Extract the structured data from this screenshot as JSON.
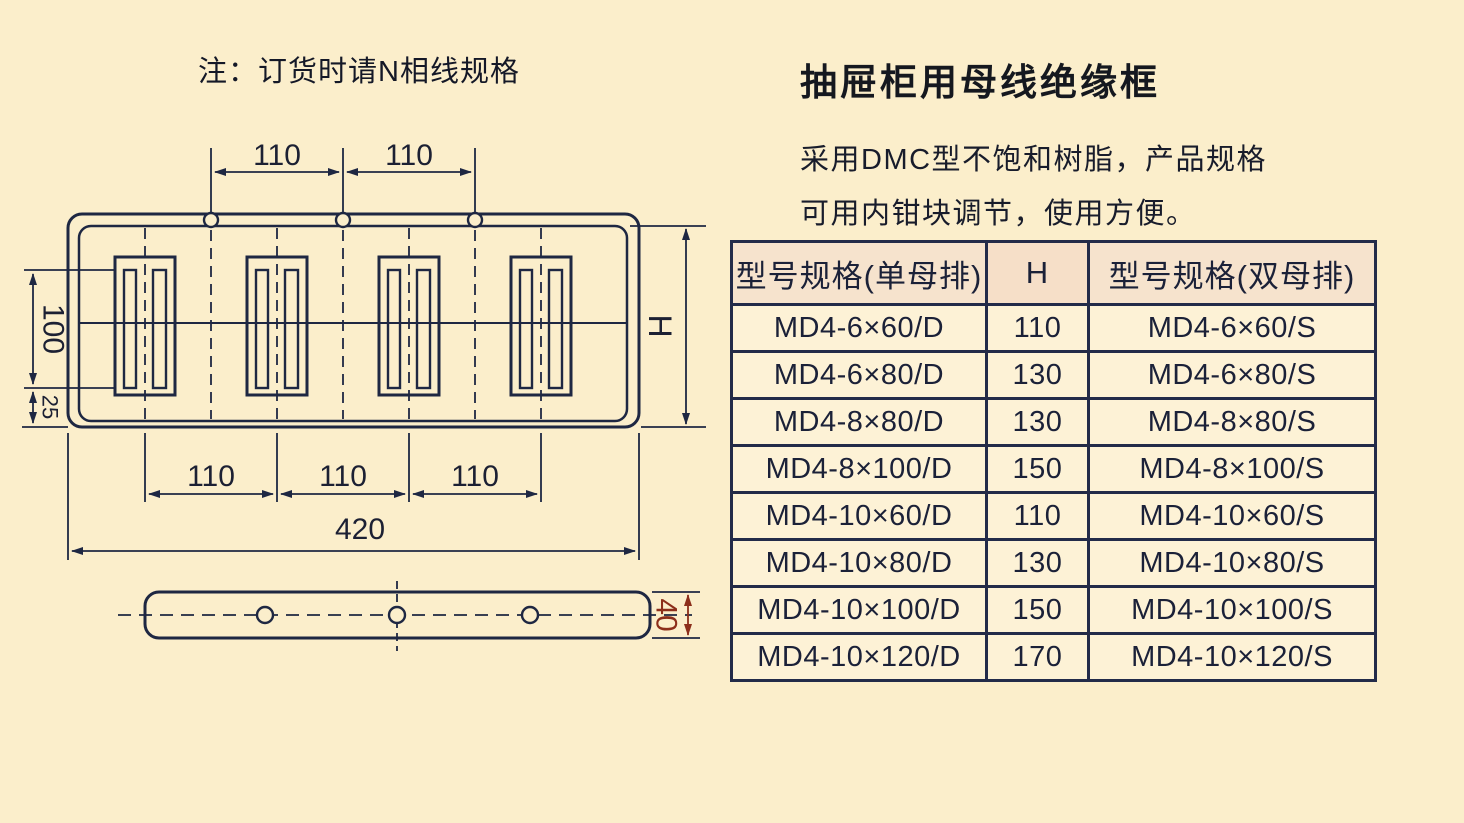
{
  "note": "注：订货时请N相线规格",
  "title": "抽屉柜用母线绝缘框",
  "description": {
    "line1": "采用DMC型不饱和树脂，产品规格",
    "line2": "可用内钳块调节，使用方便。"
  },
  "drawing": {
    "top_dims": [
      "110",
      "110"
    ],
    "bottom_dims": [
      "110",
      "110",
      "110"
    ],
    "total_width": "420",
    "left_dims": [
      "100",
      "25"
    ],
    "height_label": "H",
    "side_thickness": "40"
  },
  "table": {
    "headers": [
      "型号规格(单母排)",
      "H",
      "型号规格(双母排)"
    ],
    "rows": [
      {
        "single": "MD4-6×60/D",
        "h": "110",
        "double": "MD4-6×60/S"
      },
      {
        "single": "MD4-6×80/D",
        "h": "130",
        "double": "MD4-6×80/S"
      },
      {
        "single": "MD4-8×80/D",
        "h": "130",
        "double": "MD4-8×80/S"
      },
      {
        "single": "MD4-8×100/D",
        "h": "150",
        "double": "MD4-8×100/S"
      },
      {
        "single": "MD4-10×60/D",
        "h": "110",
        "double": "MD4-10×60/S"
      },
      {
        "single": "MD4-10×80/D",
        "h": "130",
        "double": "MD4-10×80/S"
      },
      {
        "single": "MD4-10×100/D",
        "h": "150",
        "double": "MD4-10×100/S"
      },
      {
        "single": "MD4-10×120/D",
        "h": "170",
        "double": "MD4-10×120/S"
      }
    ]
  },
  "colors": {
    "background": "#fbeecb",
    "line": "#1e2742",
    "text": "#1c2033",
    "dim_red": "#8c2e1a",
    "header_bg": "#f6e3cd",
    "cell_bg": "#fdf2d6"
  }
}
